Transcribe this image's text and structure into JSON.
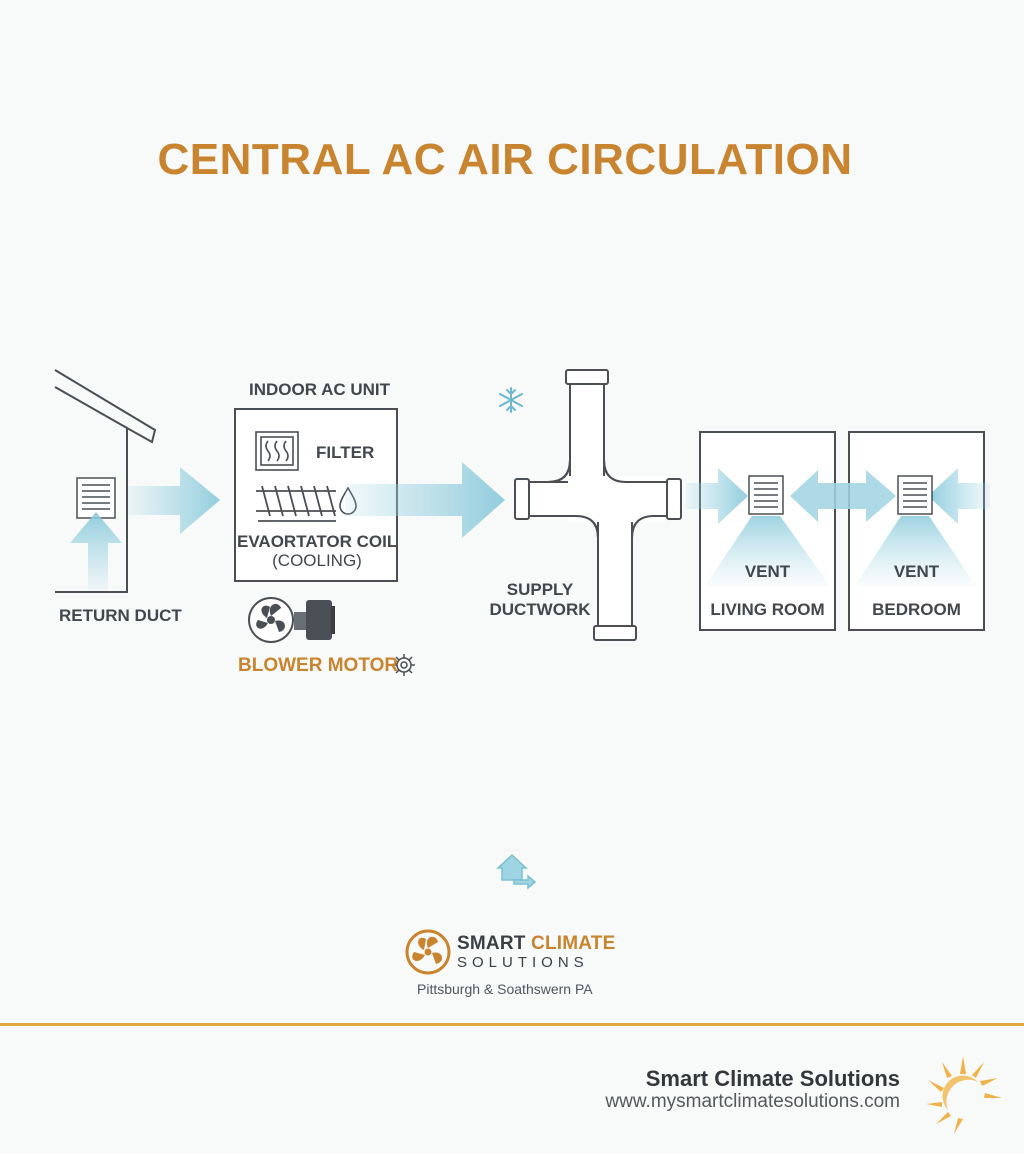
{
  "title": "CENTRAL AC AIR CIRCULATION",
  "labels": {
    "indoor_unit": "INDOOR AC UNIT",
    "filter": "FILTER",
    "coil_line1": "EVAORTATOR COIL",
    "coil_line2": "(COOLING)",
    "return_duct": "RETURN DUCT",
    "blower_motor": "BLOWER MOTOR",
    "supply_line1": "SUPPLY",
    "supply_line2": "DUCTWORK",
    "vent_living": "VENT",
    "living_room": "LIVING ROOM",
    "vent_bedroom": "VENT",
    "bedroom": "BEDROOM"
  },
  "brand": {
    "name_part1": "SMART ",
    "name_part2": "CLIMATE",
    "sub": "SOLUTIONS",
    "region": "Pittsburgh & Soathswern PA"
  },
  "footer": {
    "company": "Smart Climate Solutions",
    "url": "www.mysmartclimatesolutions.com"
  },
  "colors": {
    "accent": "#c8842e",
    "airflow": "#9fd4e2",
    "line": "#4a4f55",
    "footer_rule": "#e0a948"
  },
  "icons": [
    "snowflake-icon",
    "water-drop-icon",
    "gear-icon",
    "fan-icon",
    "house-arrow-icon",
    "sun-logo-icon",
    "fan-logo-icon"
  ]
}
